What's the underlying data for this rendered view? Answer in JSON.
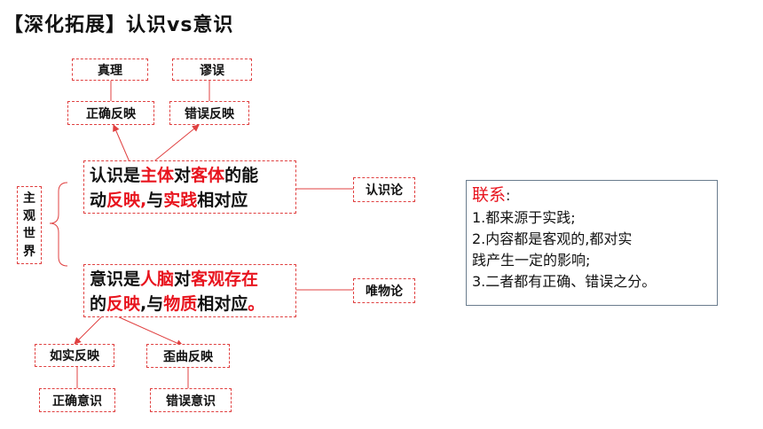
{
  "title": "【深化拓展】认识vs意识",
  "boxes": {
    "truth": "真理",
    "fallacy": "谬误",
    "correct_reflection_top": "正确反映",
    "wrong_reflection_top": "错误反映",
    "epistemology": "认识论",
    "materialism": "唯物论",
    "faithful_reflection": "如实反映",
    "distorted_reflection": "歪曲反映",
    "correct_consciousness": "正确意识",
    "wrong_consciousness": "错误意识"
  },
  "vertical": [
    "主",
    "观",
    "世",
    "界"
  ],
  "cognition": {
    "p1": "认识是",
    "h1": "主体",
    "p2": "对",
    "h2": "客体",
    "p3": "的能",
    "p4": "动",
    "h3": "反映,",
    "p5": "与",
    "h4": "实践",
    "p6": "相对应"
  },
  "consciousness": {
    "p1": "意识是",
    "h1": "人脑",
    "p2": "对",
    "h2": "客观存在",
    "p3": "的",
    "h3": "反映",
    "p4": ",与",
    "h4": "物质",
    "p5": "相对应",
    "h5": "。"
  },
  "connection": {
    "heading": "联系",
    "colon": ":",
    "items": [
      "1.都来源于实践;",
      "2.内容都是客观的,都对实",
      "践产生一定的影响;",
      "3.二者都有正确、错误之分。"
    ]
  },
  "colors": {
    "highlight": "#e8141e",
    "dashed_border": "#e04040",
    "panel_border": "#6a7c8e"
  }
}
